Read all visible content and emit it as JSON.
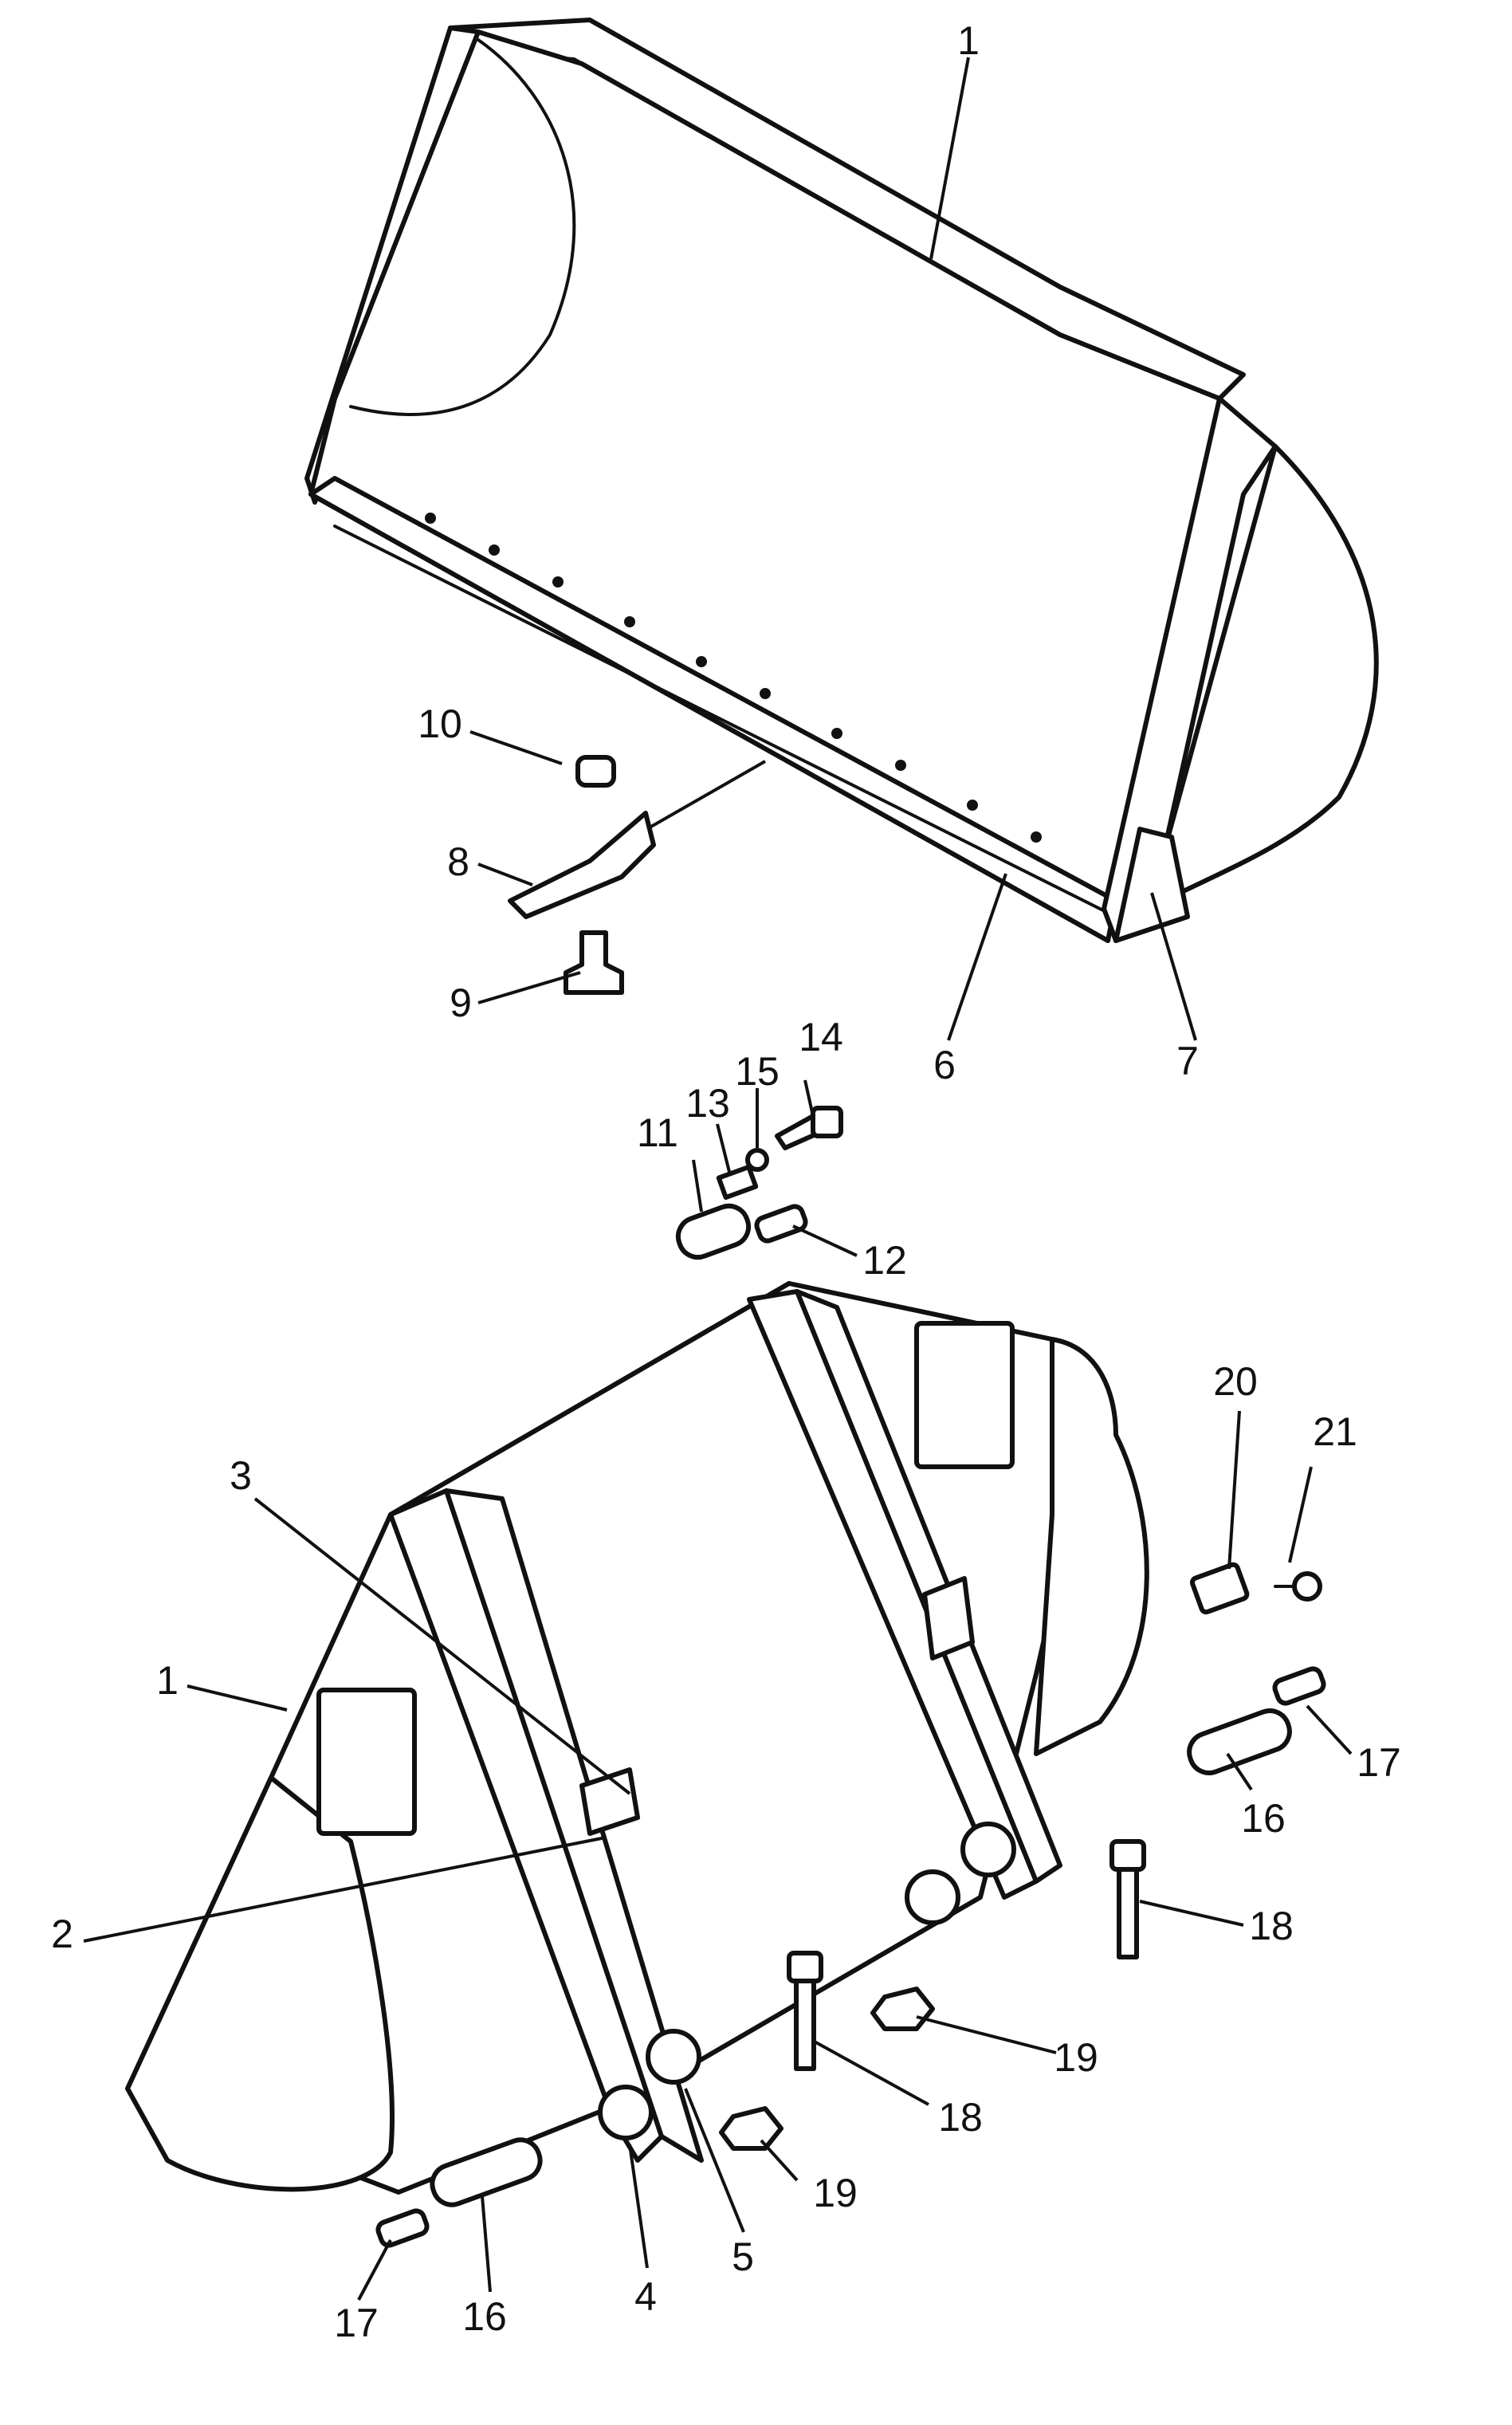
{
  "figure": {
    "colors": {
      "ink": "#111111",
      "paper": "#ffffff"
    },
    "callouts": [
      {
        "id": "c1_top",
        "label": "1",
        "part": "bucket-assembly"
      },
      {
        "id": "c10",
        "label": "10",
        "part": "tooth-nut"
      },
      {
        "id": "c8",
        "label": "8",
        "part": "bucket-tooth"
      },
      {
        "id": "c9",
        "label": "9",
        "part": "tooth-bolt"
      },
      {
        "id": "c6",
        "label": "6",
        "part": "cutting-edge"
      },
      {
        "id": "c7",
        "label": "7",
        "part": "side-cutter"
      },
      {
        "id": "c14",
        "label": "14",
        "part": "bolt"
      },
      {
        "id": "c15",
        "label": "15",
        "part": "washer"
      },
      {
        "id": "c13",
        "label": "13",
        "part": "plate"
      },
      {
        "id": "c11",
        "label": "11",
        "part": "pin"
      },
      {
        "id": "c12",
        "label": "12",
        "part": "grease-fitting"
      },
      {
        "id": "c20",
        "label": "20",
        "part": "nameplate"
      },
      {
        "id": "c21",
        "label": "21",
        "part": "screw"
      },
      {
        "id": "c3",
        "label": "3",
        "part": "bracket"
      },
      {
        "id": "c1_bottom",
        "label": "1",
        "part": "bucket-assembly"
      },
      {
        "id": "c17_right",
        "label": "17",
        "part": "grease-fitting"
      },
      {
        "id": "c16_right",
        "label": "16",
        "part": "pin"
      },
      {
        "id": "c2",
        "label": "2",
        "part": "bushing"
      },
      {
        "id": "c18_right",
        "label": "18",
        "part": "bolt"
      },
      {
        "id": "c19_right",
        "label": "19",
        "part": "nut"
      },
      {
        "id": "c18_left",
        "label": "18",
        "part": "bolt"
      },
      {
        "id": "c19_left",
        "label": "19",
        "part": "nut"
      },
      {
        "id": "c4",
        "label": "4",
        "part": "shim"
      },
      {
        "id": "c5",
        "label": "5",
        "part": "shim"
      },
      {
        "id": "c17_left",
        "label": "17",
        "part": "grease-fitting"
      },
      {
        "id": "c16_left",
        "label": "16",
        "part": "pin"
      }
    ]
  }
}
